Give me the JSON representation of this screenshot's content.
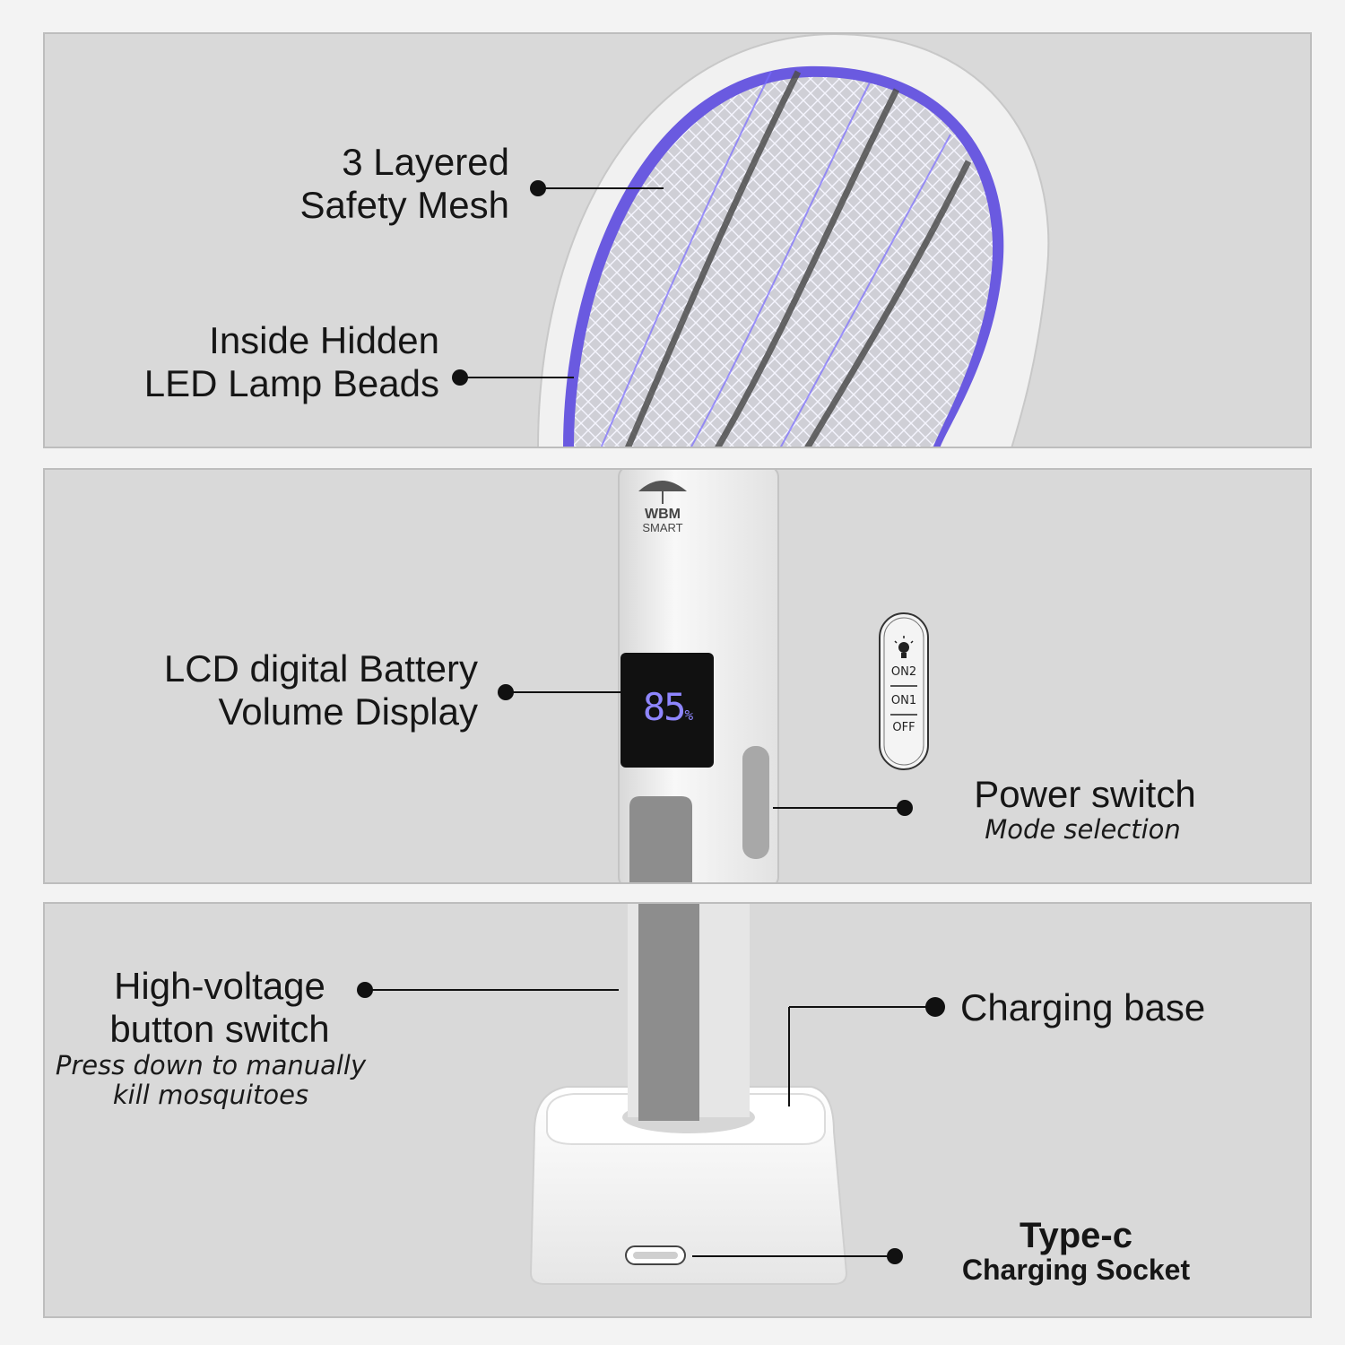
{
  "labels": {
    "mesh": {
      "line1": "3 Layered",
      "line2": "Safety Mesh"
    },
    "led": {
      "line1": "Inside Hidden",
      "line2": "LED Lamp Beads"
    },
    "lcd": {
      "line1": "LCD digital Battery",
      "line2": "Volume Display"
    },
    "power": {
      "title": "Power switch",
      "subtitle": "Mode selection"
    },
    "hv": {
      "line1": "High-voltage",
      "line2": "button switch",
      "sub1": "Press down to manually",
      "sub2": "kill mosquitoes"
    },
    "base": {
      "title": "Charging base"
    },
    "typec": {
      "line1": "Type-c",
      "line2": "Charging Socket"
    }
  },
  "brand": {
    "line1": "WBM",
    "line2": "SMART"
  },
  "display": {
    "value": "85",
    "unit": "%"
  },
  "switch": {
    "on2": "ON2",
    "on1": "ON1",
    "off": "OFF"
  },
  "colors": {
    "panel": "#d9d9d9",
    "accent_led": "#5a4bd6",
    "display_bg": "#111111",
    "display_text": "#8f86ff"
  }
}
